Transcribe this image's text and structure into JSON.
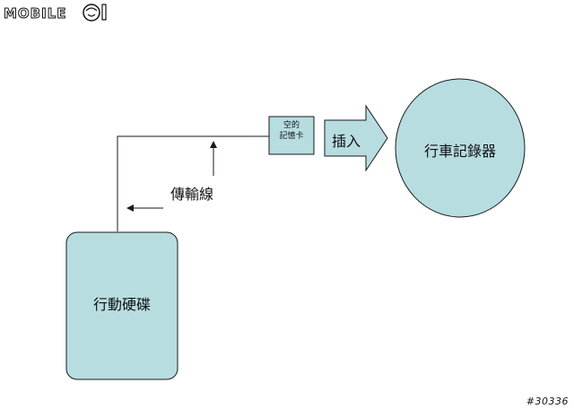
{
  "watermark": {
    "logo_text": "MOBILE01",
    "image_id": "#30336"
  },
  "nodes": {
    "portable_hdd": "行動硬碟",
    "memory_card": [
      "空的",
      "記憶卡"
    ],
    "dash_cam": "行車記錄器"
  },
  "labels": {
    "cable": "傳輸線",
    "insert": "插入"
  },
  "colors": {
    "fill": "#b7dde1",
    "stroke": "#1a1a1a"
  }
}
